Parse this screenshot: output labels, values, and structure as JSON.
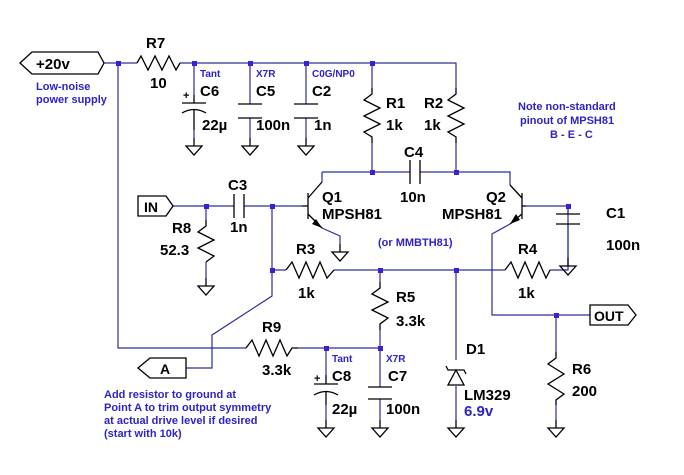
{
  "ports": {
    "vin": "+20v",
    "in": "IN",
    "out": "OUT",
    "a": "A"
  },
  "notes": {
    "supply": [
      "Low-noise",
      "power supply"
    ],
    "pinout": [
      "Note non-standard",
      "pinout of MPSH81",
      "B - E - C"
    ],
    "alt": "(or MMBTH81)",
    "trim": [
      "Add resistor to ground at",
      "Point A to trim output symmetry",
      "at actual drive level if desired",
      "(start with 10k)"
    ]
  },
  "components": {
    "R7": {
      "ref": "R7",
      "value": "10"
    },
    "C6": {
      "ref": "C6",
      "value": "22µ",
      "type": "Tant"
    },
    "C5": {
      "ref": "C5",
      "value": "100n",
      "type": "X7R"
    },
    "C2": {
      "ref": "C2",
      "value": "1n",
      "type": "C0G/NP0"
    },
    "R1": {
      "ref": "R1",
      "value": "1k"
    },
    "R2": {
      "ref": "R2",
      "value": "1k"
    },
    "C4": {
      "ref": "C4",
      "value": "10n"
    },
    "C3": {
      "ref": "C3",
      "value": "1n"
    },
    "R8": {
      "ref": "R8",
      "value": "52.3"
    },
    "Q1": {
      "ref": "Q1",
      "value": "MPSH81"
    },
    "Q2": {
      "ref": "Q2",
      "value": "MPSH81"
    },
    "C1": {
      "ref": "C1",
      "value": "100n"
    },
    "R3": {
      "ref": "R3",
      "value": "1k"
    },
    "R4": {
      "ref": "R4",
      "value": "1k"
    },
    "R5": {
      "ref": "R5",
      "value": "3.3k"
    },
    "R9": {
      "ref": "R9",
      "value": "3.3k"
    },
    "C8": {
      "ref": "C8",
      "value": "22µ",
      "type": "Tant"
    },
    "C7": {
      "ref": "C7",
      "value": "100n",
      "type": "X7R"
    },
    "D1": {
      "ref": "D1",
      "value": "LM329",
      "voltage": "6.9v"
    },
    "R6": {
      "ref": "R6",
      "value": "200"
    }
  }
}
